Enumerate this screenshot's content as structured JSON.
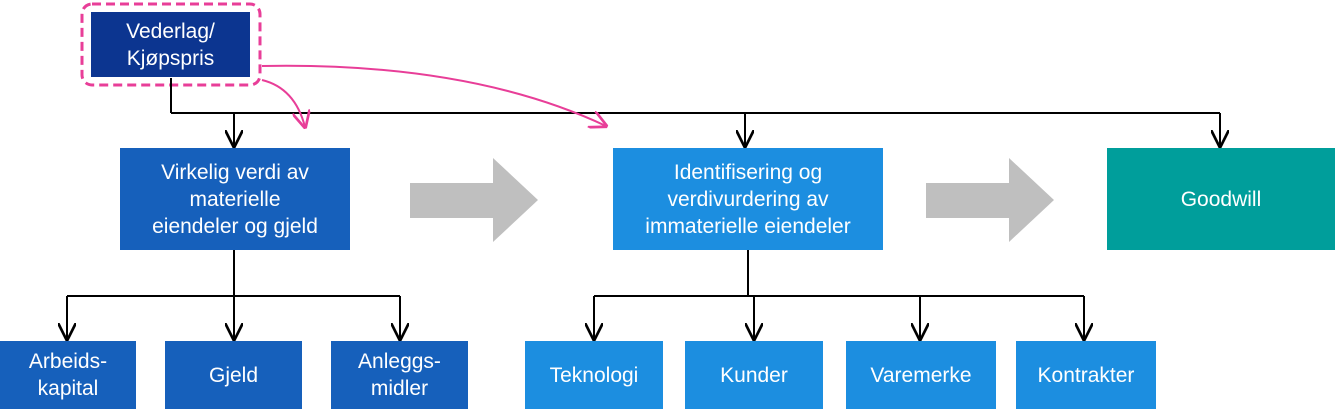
{
  "colors": {
    "top": "#0c3590",
    "mid_blue": "#1660bb",
    "light_blue": "#1c8ee0",
    "teal": "#009e9b",
    "highlight": "#e83e98",
    "connector": "#000000",
    "flow_arrow": "#bfbfbf"
  },
  "top": {
    "label": "Vederlag/\nKjøpspris"
  },
  "level1": {
    "tangible": "Virkelig verdi av\nmaterielle\neiendeler og gjeld",
    "intangible": "Identifisering og\nverdivurdering av\nimmaterielle eiendeler",
    "goodwill": "Goodwill"
  },
  "tangible_children": [
    "Arbeids-\nkapital",
    "Gjeld",
    "Anleggs-\nmidler"
  ],
  "intangible_children": [
    "Teknologi",
    "Kunder",
    "Varemerke",
    "Kontrakter"
  ]
}
